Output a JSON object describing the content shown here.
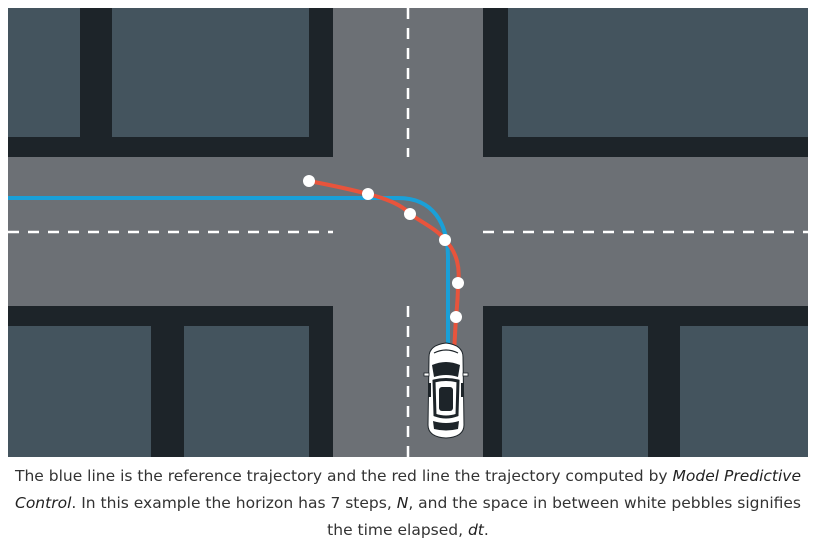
{
  "colors": {
    "road": "#6c7075",
    "block_border": "#1d2429",
    "block_fill": "#44545e",
    "lane_marking": "#ffffff",
    "reference_line": "#1aa0d8",
    "mpc_line": "#e8543c",
    "pebble": "#ffffff",
    "car_body": "#ffffff",
    "car_detail": "#1d2429"
  },
  "icons": {
    "vehicle": "car-top-view-icon",
    "pebble": "white-dot"
  },
  "caption": {
    "part1": "The blue line is the reference trajectory and the red line the trajectory computed by ",
    "emph1": "Model Predictive Control",
    "part2": ". In this example the horizon has 7 steps, ",
    "emph2": "N",
    "part3": ", and the space in between white pebbles signifies the time elapsed, ",
    "emph3": "dt",
    "part4": "."
  },
  "horizon_steps": 7
}
